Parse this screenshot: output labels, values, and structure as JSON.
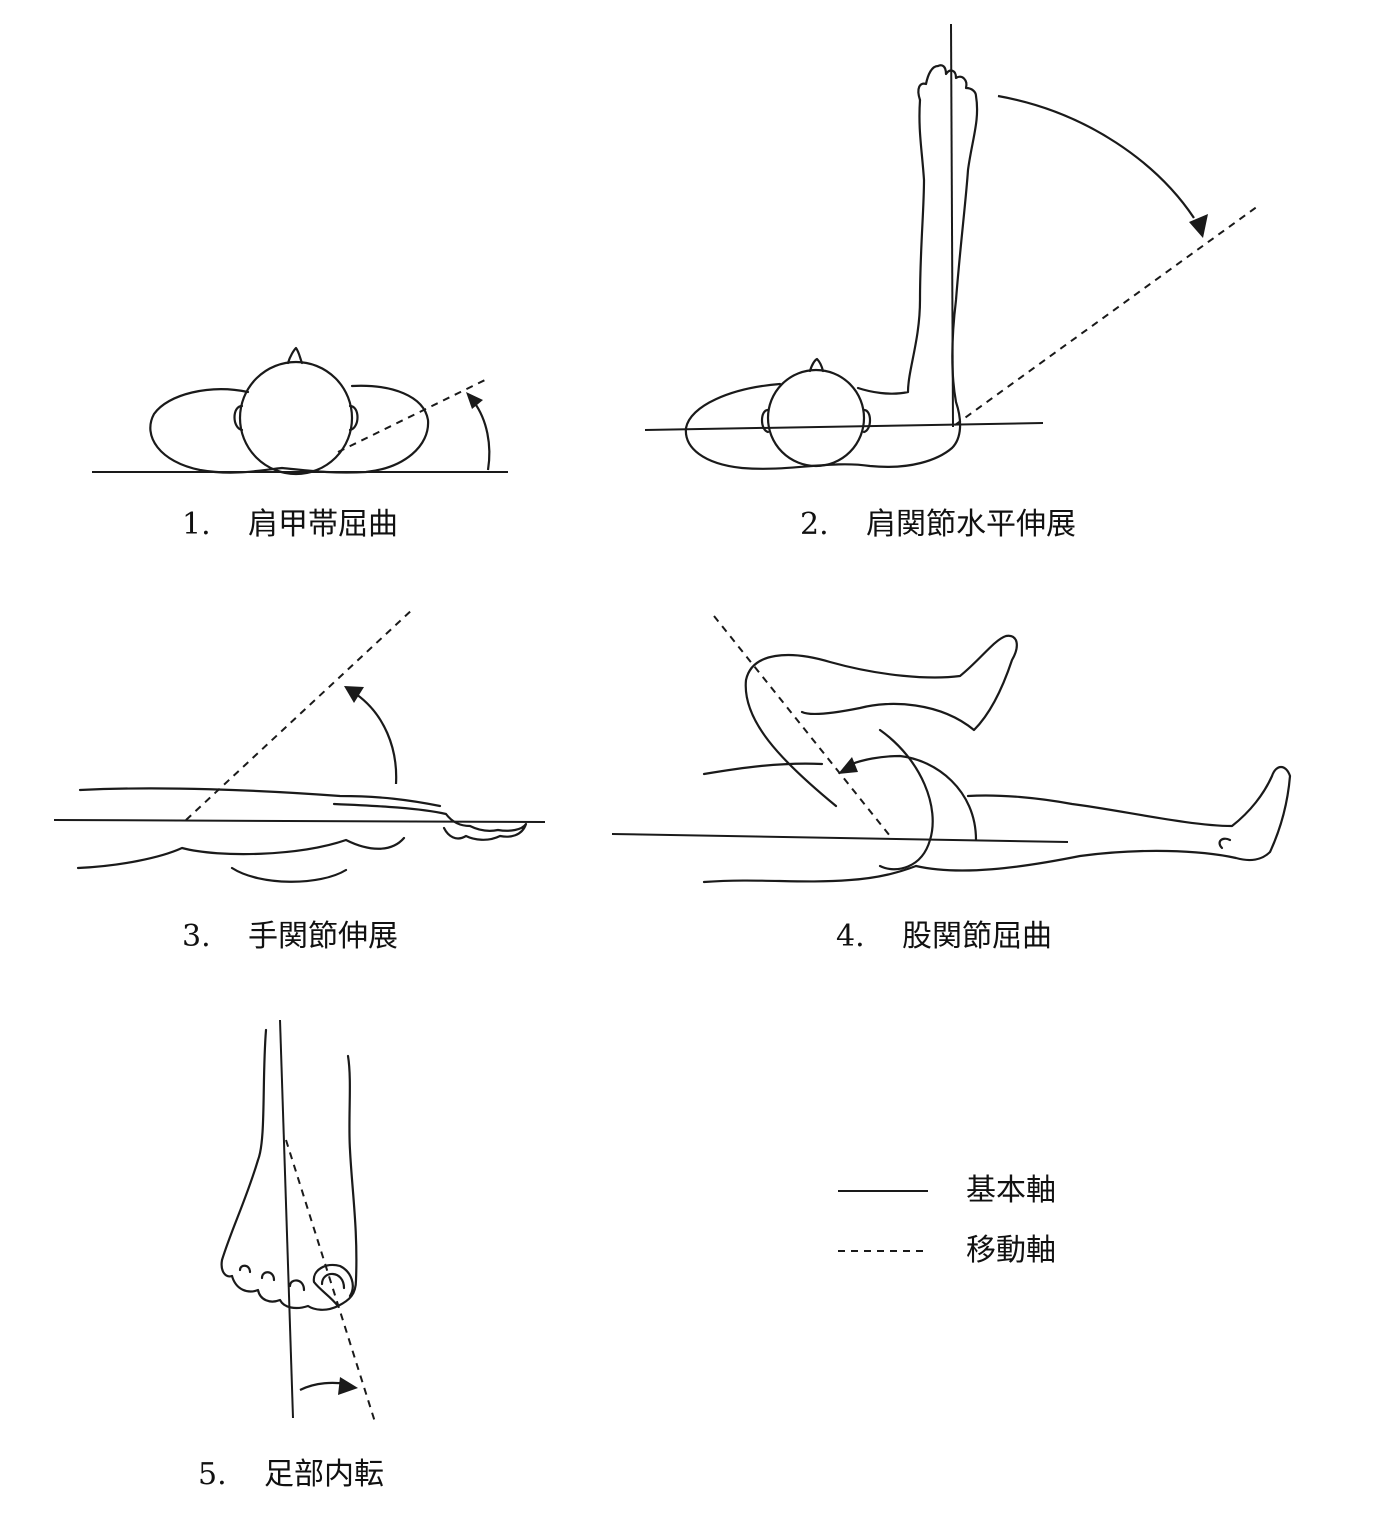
{
  "figures": [
    {
      "number": "1.",
      "label": "肩甲帯屈曲"
    },
    {
      "number": "2.",
      "label": "肩関節水平伸展"
    },
    {
      "number": "3.",
      "label": "手関節伸展"
    },
    {
      "number": "4.",
      "label": "股関節屈曲"
    },
    {
      "number": "5.",
      "label": "足部内転"
    }
  ],
  "legend": {
    "basic_axis": "基本軸",
    "moving_axis": "移動軸"
  }
}
